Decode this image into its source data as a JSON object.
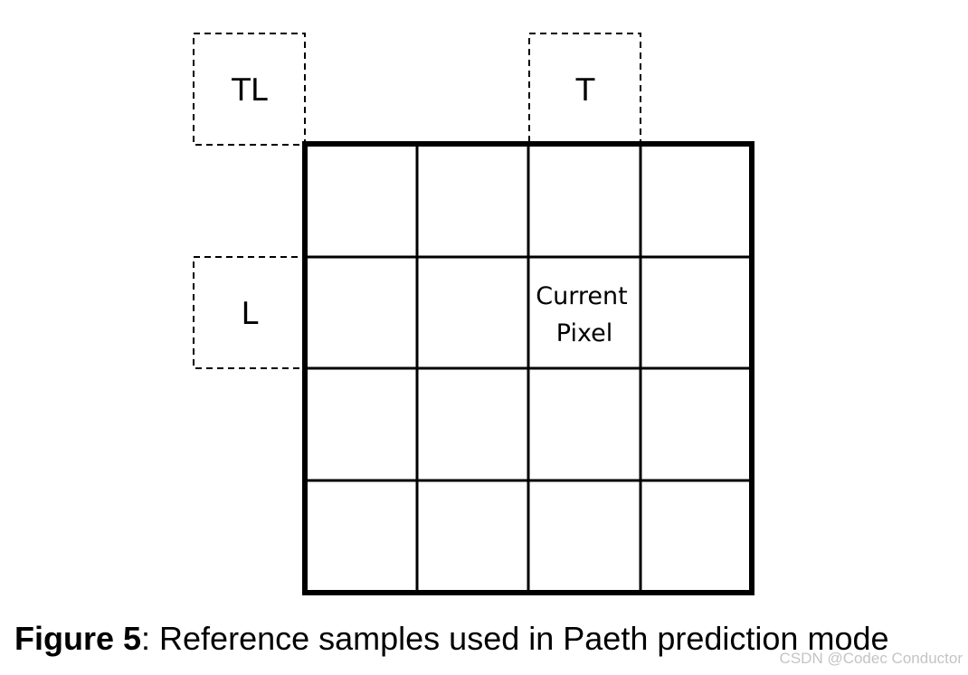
{
  "diagram": {
    "reference_samples": {
      "top_left": "TL",
      "top": "T",
      "left": "L"
    },
    "grid": {
      "rows": 4,
      "cols": 4
    },
    "current_pixel": {
      "line1": "Current",
      "line2": "Pixel"
    }
  },
  "caption": {
    "figure_label": "Figure 5",
    "text": ": Reference samples used in Paeth prediction mode"
  },
  "watermark": "CSDN @Codec Conductor",
  "colors": {
    "stroke": "#000000",
    "background": "#ffffff",
    "watermark": "#c4c4c4"
  }
}
